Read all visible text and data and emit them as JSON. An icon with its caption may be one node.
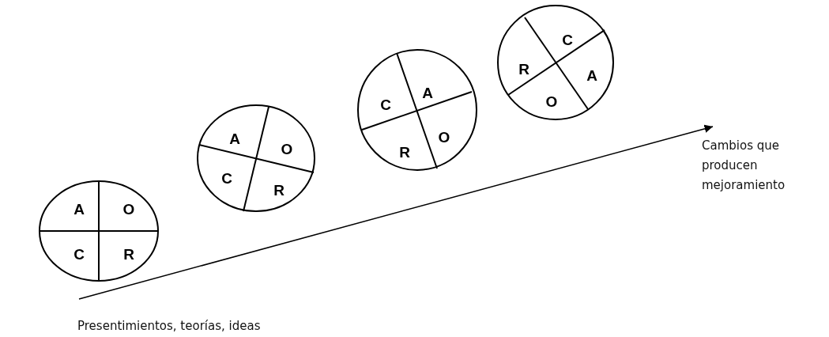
{
  "diagram": {
    "nodes": [
      {
        "text": [
          "A",
          "O",
          "C",
          "R"
        ]
      },
      {
        "text": [
          "A",
          "O",
          "C",
          "R"
        ]
      },
      {
        "text": [
          "C",
          "A",
          "R",
          "O"
        ]
      },
      {
        "text": [
          "C",
          "R",
          "A",
          "O"
        ]
      },
      {
        "text": [
          "Presentimientos, teorías, ideas"
        ]
      },
      {
        "text": [
          "Cambios que producen mejoramiento"
        ]
      }
    ],
    "edges": [
      {
        "from": 4,
        "to": 5,
        "arrow": "to"
      }
    ]
  }
}
